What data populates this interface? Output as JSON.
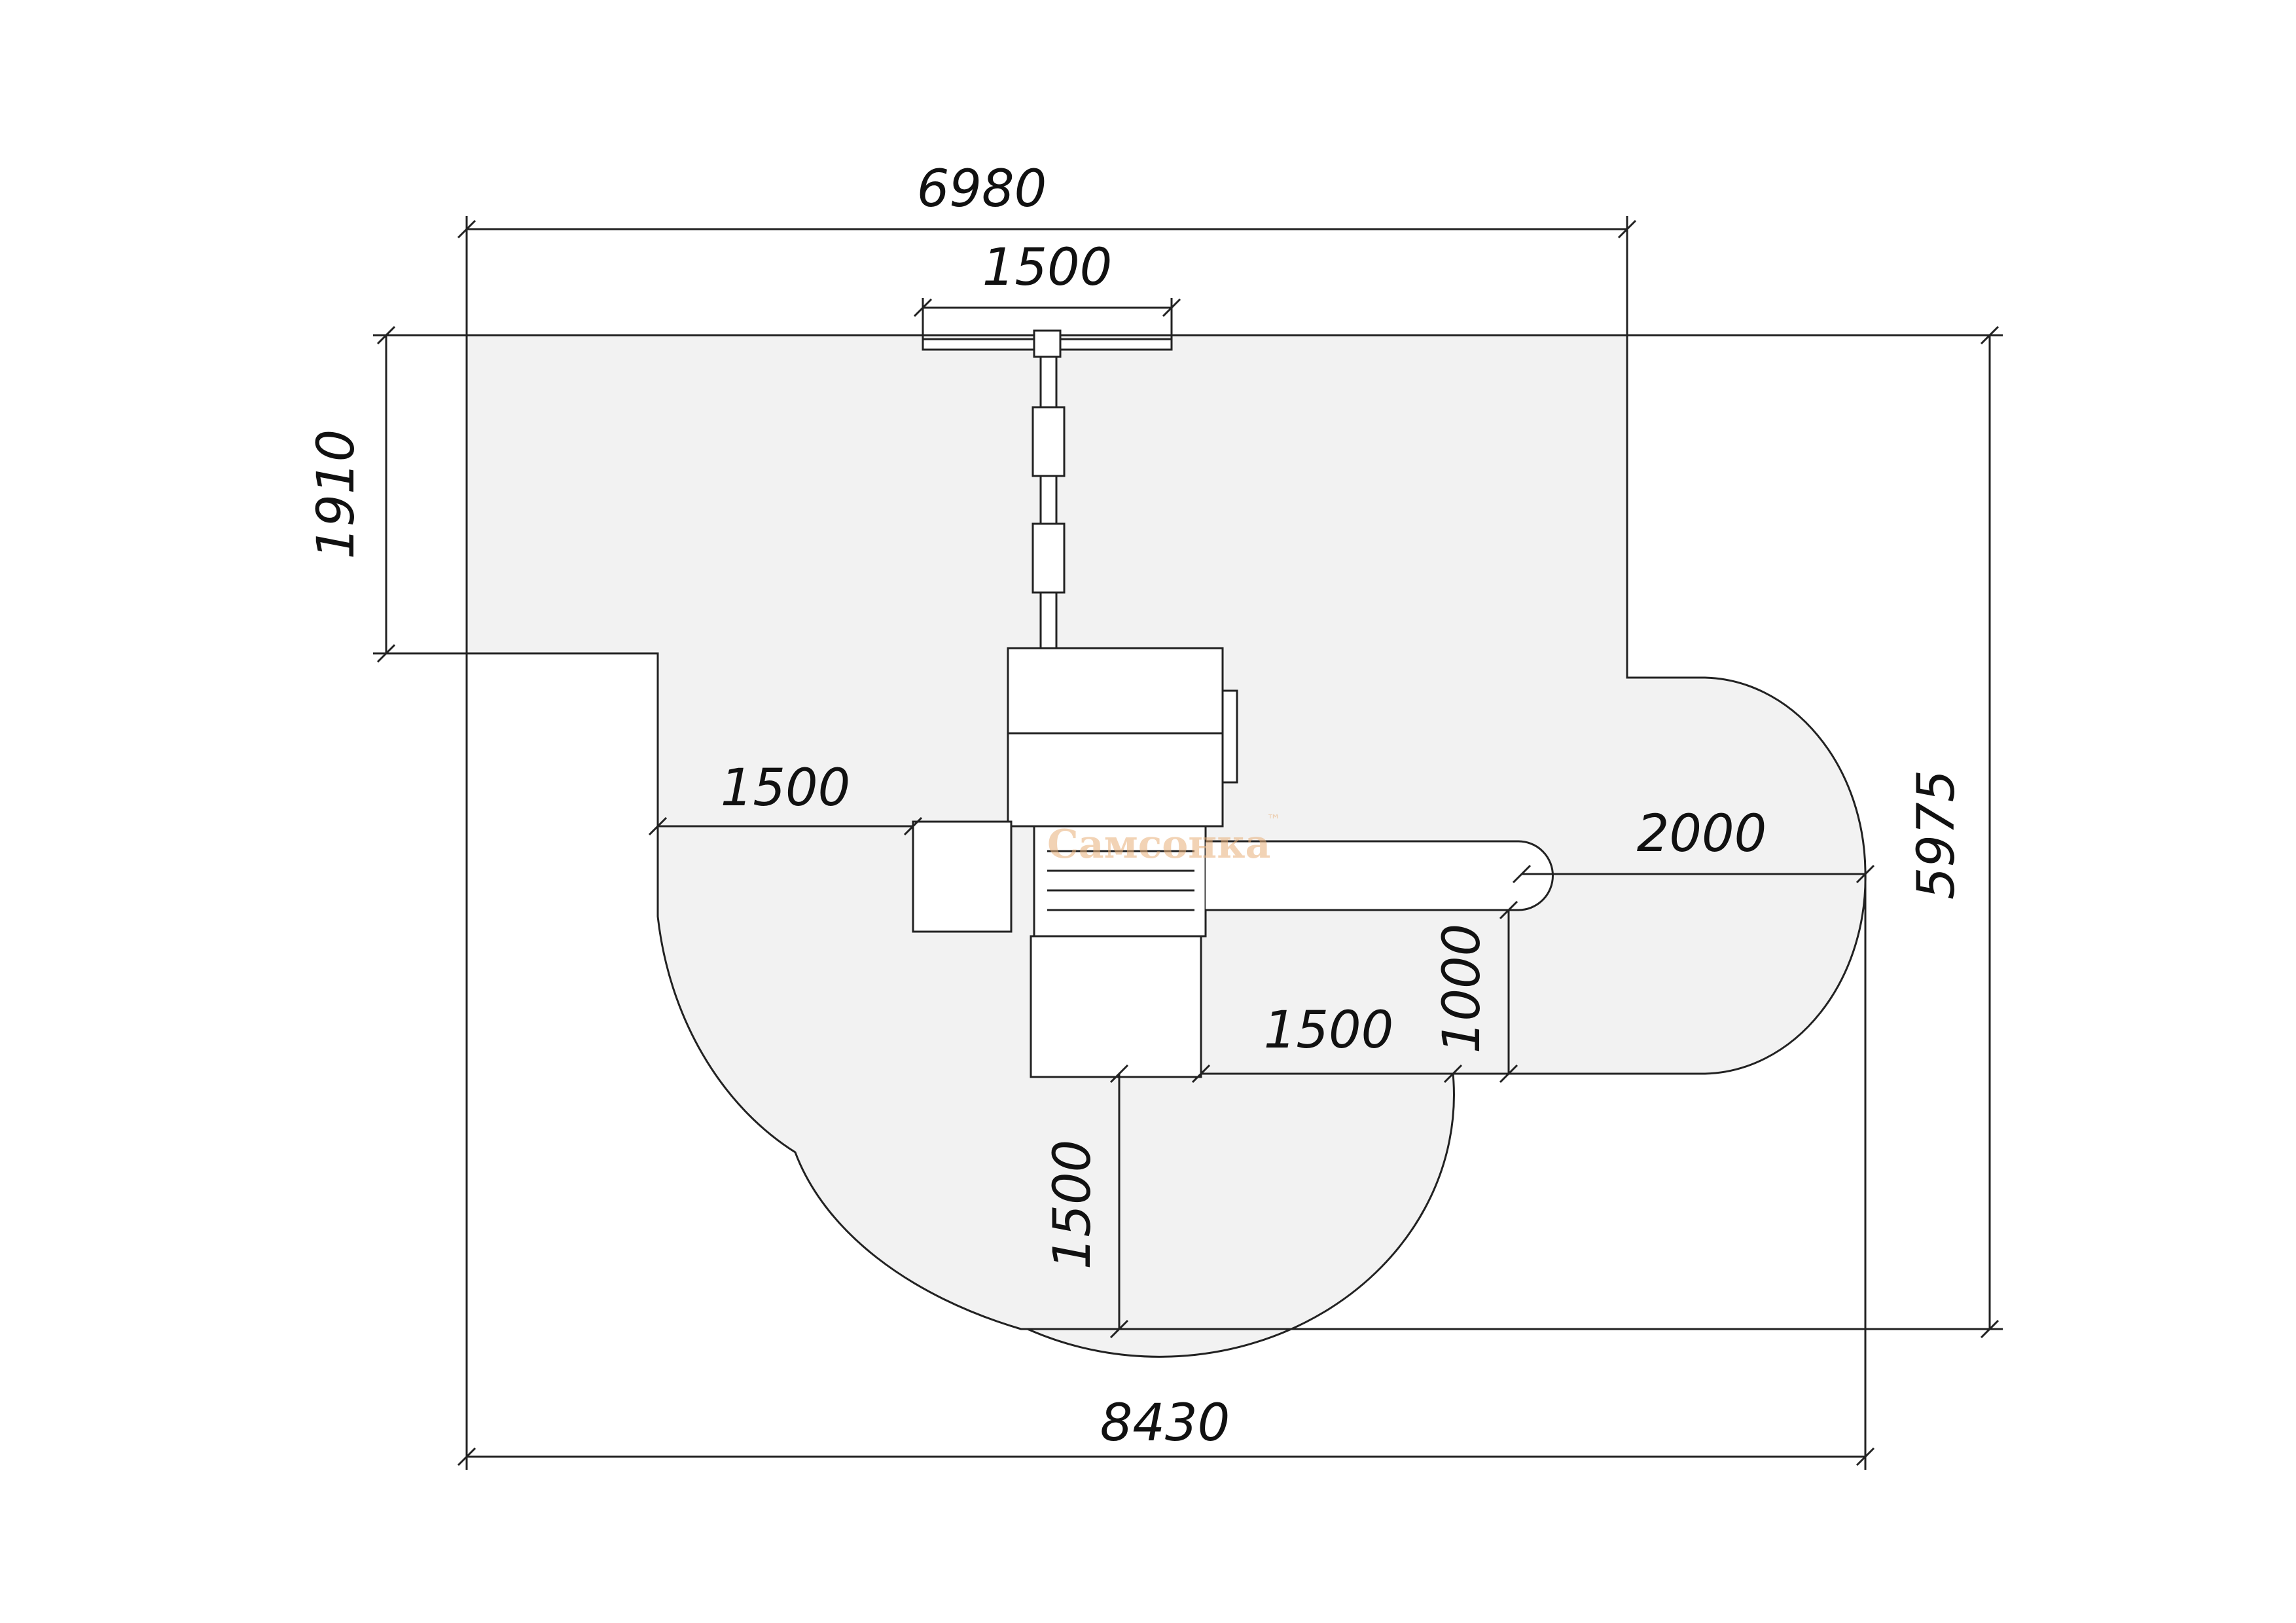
{
  "dimensions": {
    "top_overall": "6980",
    "swing_width": "1500",
    "left_height": "1910",
    "right_height": "5975",
    "left_platform": "1500",
    "slide_length": "2000",
    "slide_gap": "1000",
    "ladder_side": "1500",
    "bottom_radius": "1500",
    "bottom_overall": "8430"
  },
  "watermark": {
    "brand": "Самсонка",
    "trademark": "™",
    "color": "#e8b07a"
  },
  "colors": {
    "zone_fill": "#f2f2f2",
    "line": "#222222"
  }
}
